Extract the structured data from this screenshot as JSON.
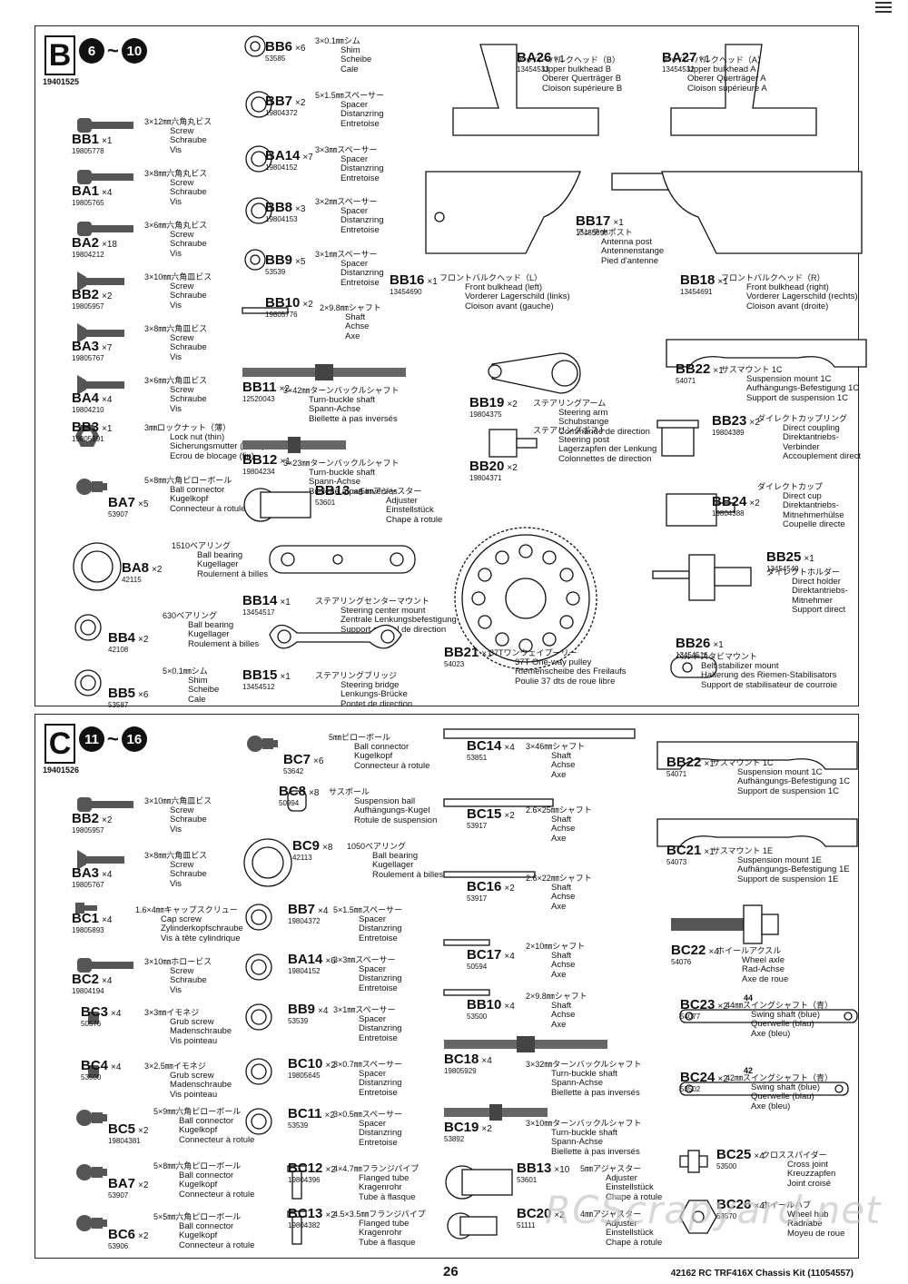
{
  "panelB": {
    "letter": "B",
    "range_from": "6",
    "range_sep": "~",
    "range_to": "10",
    "code": "19401525",
    "parts": [
      {
        "code": "BB1",
        "qty": "×1",
        "num": "19805778",
        "desc": [
          "3×12㎜六角丸ビス",
          "Screw",
          "Schraube",
          "Vis"
        ]
      },
      {
        "code": "BA1",
        "qty": "×4",
        "num": "19805765",
        "desc": [
          "3×8㎜六角丸ビス",
          "Screw",
          "Schraube",
          "Vis"
        ]
      },
      {
        "code": "BA2",
        "qty": "×18",
        "num": "19804212",
        "desc": [
          "3×6㎜六角丸ビス",
          "Screw",
          "Schraube",
          "Vis"
        ]
      },
      {
        "code": "BB2",
        "qty": "×2",
        "num": "19805957",
        "desc": [
          "3×10㎜六角皿ビス",
          "Screw",
          "Schraube",
          "Vis"
        ]
      },
      {
        "code": "BA3",
        "qty": "×7",
        "num": "19805767",
        "desc": [
          "3×8㎜六角皿ビス",
          "Screw",
          "Schraube",
          "Vis"
        ]
      },
      {
        "code": "BA4",
        "qty": "×4",
        "num": "19804210",
        "desc": [
          "3×6㎜六角皿ビス",
          "Screw",
          "Schraube",
          "Vis"
        ]
      },
      {
        "code": "BB3",
        "qty": "×1",
        "num": "19805991",
        "desc": [
          "3㎜ロックナット（薄）",
          "Lock nut (thin)",
          "Sicherungsmutter (dünn)",
          "Ecrou de blocage (fin)"
        ]
      },
      {
        "code": "BA7",
        "qty": "×5",
        "num": "53907",
        "desc": [
          "5×8㎜六角ピローボール",
          "Ball connector",
          "Kugelkopf",
          "Connecteur à rotule"
        ]
      },
      {
        "code": "BA8",
        "qty": "×2",
        "num": "42115",
        "desc": [
          "1510ベアリング",
          "Ball bearing",
          "Kugellager",
          "Roulement à billes"
        ]
      },
      {
        "code": "BB4",
        "qty": "×2",
        "num": "42108",
        "desc": [
          "630ベアリング",
          "Ball bearing",
          "Kugellager",
          "Roulement à billes"
        ]
      },
      {
        "code": "BB5",
        "qty": "×6",
        "num": "53587",
        "desc": [
          "5×0.1㎜シム",
          "Shim",
          "Scheibe",
          "Cale"
        ]
      },
      {
        "code": "BB6",
        "qty": "×6",
        "num": "53585",
        "desc": [
          "3×0.1㎜シム",
          "Shim",
          "Scheibe",
          "Cale"
        ]
      },
      {
        "code": "BB7",
        "qty": "×2",
        "num": "19804372",
        "desc": [
          "5×1.5㎜スペーサー",
          "Spacer",
          "Distanzring",
          "Entretoise"
        ]
      },
      {
        "code": "BA14",
        "qty": "×7",
        "num": "19804152",
        "desc": [
          "3×3㎜スペーサー",
          "Spacer",
          "Distanzring",
          "Entretoise"
        ]
      },
      {
        "code": "BB8",
        "qty": "×3",
        "num": "19804153",
        "desc": [
          "3×2㎜スペーサー",
          "Spacer",
          "Distanzring",
          "Entretoise"
        ]
      },
      {
        "code": "BB9",
        "qty": "×5",
        "num": "53539",
        "desc": [
          "3×1㎜スペーサー",
          "Spacer",
          "Distanzring",
          "Entretoise"
        ]
      },
      {
        "code": "BB10",
        "qty": "×2",
        "num": "19805776",
        "desc": [
          "2×9.8㎜シャフト",
          "Shaft",
          "Achse",
          "Axe"
        ]
      },
      {
        "code": "BB11",
        "qty": "×2",
        "num": "12520043",
        "desc": [
          "3×42㎜ターンバックルシャフト",
          "Turn-buckle shaft",
          "Spann-Achse",
          "Biellette à pas inversés"
        ]
      },
      {
        "code": "BB12",
        "qty": "×1",
        "num": "19804234",
        "desc": [
          "3×23㎜ターンバックルシャフト",
          "Turn-buckle shaft",
          "Spann-Achse",
          "Biellette à pas inversés"
        ]
      },
      {
        "code": "BB13",
        "qty": "×6",
        "num": "53601",
        "desc": [
          "5㎜アジャスター",
          "Adjuster",
          "Einstellstück",
          "Chape à rotule"
        ]
      },
      {
        "code": "BB14",
        "qty": "×1",
        "num": "13454517",
        "desc": [
          "ステアリングセンターマウント",
          "Steering center mount",
          "Zentrale Lenkungsbefestigung",
          "Support central de direction"
        ]
      },
      {
        "code": "BB15",
        "qty": "×1",
        "num": "13454512",
        "desc": [
          "ステアリングブリッジ",
          "Steering bridge",
          "Lenkungs-Brücke",
          "Pontet de direction"
        ]
      },
      {
        "code": "BB19",
        "qty": "×2",
        "num": "19804375",
        "desc": [
          "ステアリングアーム",
          "Steering arm",
          "Schubstange",
          "Commande de direction"
        ]
      },
      {
        "code": "BB20",
        "qty": "×2",
        "num": "19804371",
        "desc": [
          "ステアリングポスト",
          "Steering post",
          "Lagerzapfen der Lenkung",
          "Colonnettes de direction"
        ]
      },
      {
        "code": "BB21",
        "qty": "×1",
        "num": "54023",
        "desc": [
          "37Tワンウェイプーリー",
          "37T One-way pulley",
          "Riemenscheibe des Freilaufs",
          "Poulie 37 dts de roue libre"
        ]
      },
      {
        "code": "BA26",
        "qty": "×1",
        "num": "13454533",
        "desc": [
          "アッパーバルクヘッド（B）",
          "Upper bulkhead B",
          "Oberer Querträger B",
          "Cloison supérieure B"
        ]
      },
      {
        "code": "BA27",
        "qty": "×1",
        "num": "13454532",
        "desc": [
          "アッパーバルクヘッド（A）",
          "Upper bulkhead A",
          "Oberer Querträger A",
          "Cloison supérieure A"
        ]
      },
      {
        "code": "BB16",
        "qty": "×1",
        "num": "13454690",
        "desc": [
          "フロントバルクヘッド（L）",
          "Front bulkhead (left)",
          "Vorderer Lagerschild (links)",
          "Cloison avant (gauche)"
        ]
      },
      {
        "code": "BB17",
        "qty": "×1",
        "num": "13455898",
        "desc": [
          "アンテナポスト",
          "Antenna post",
          "Antennenstange",
          "Pied d'antenne"
        ]
      },
      {
        "code": "BB18",
        "qty": "×1",
        "num": "13454691",
        "desc": [
          "フロントバルクヘッド（R）",
          "Front bulkhead (right)",
          "Vorderer Lagerschild (rechts)",
          "Cloison avant (droite)"
        ]
      },
      {
        "code": "BB22",
        "qty": "×1",
        "num": "54071",
        "desc": [
          "サスマウント 1C",
          "Suspension mount 1C",
          "Aufhängungs-Befestigung 1C",
          "Support de suspension 1C"
        ]
      },
      {
        "code": "BB23",
        "qty": "×2",
        "num": "19804389",
        "desc": [
          "ダイレクトカップリング",
          "Direct coupling",
          "Direktantriebs-",
          "Verbinder",
          "Accouplement direct"
        ]
      },
      {
        "code": "BB24",
        "qty": "×2",
        "num": "19804388",
        "desc": [
          "ダイレクトカップ",
          "Direct cup",
          "Direktantriebs-",
          "Mitnehmerhülse",
          "Coupelle directe"
        ]
      },
      {
        "code": "BB25",
        "qty": "×1",
        "num": "13454549",
        "desc": [
          "ダイレクトホルダー",
          "Direct holder",
          "Direktantriebs-",
          "Mitnehmer",
          "Support direct"
        ]
      },
      {
        "code": "BB26",
        "qty": "×1",
        "num": "13454516",
        "desc": [
          "ベルトスタビマウント",
          "Belt stabilizer mount",
          "Halterung des Riemen-Stabilisators",
          "Support de stabilisateur de courroie"
        ]
      }
    ]
  },
  "panelC": {
    "letter": "C",
    "range_from": "11",
    "range_sep": "~",
    "range_to": "16",
    "code": "19401526",
    "parts": [
      {
        "code": "BB2",
        "qty": "×2",
        "num": "19805957",
        "desc": [
          "3×10㎜六角皿ビス",
          "Screw",
          "Schraube",
          "Vis"
        ]
      },
      {
        "code": "BA3",
        "qty": "×4",
        "num": "19805767",
        "desc": [
          "3×8㎜六角皿ビス",
          "Screw",
          "Schraube",
          "Vis"
        ]
      },
      {
        "code": "BC1",
        "qty": "×4",
        "num": "19805893",
        "desc": [
          "1.6×4㎜キャップスクリュー",
          "Cap screw",
          "Zylinderkopfschraube",
          "Vis à tête cylindrique"
        ]
      },
      {
        "code": "BC2",
        "qty": "×4",
        "num": "19804194",
        "desc": [
          "3×10㎜ホロービス",
          "Screw",
          "Schraube",
          "Vis"
        ]
      },
      {
        "code": "BC3",
        "qty": "×4",
        "num": "50576",
        "desc": [
          "3×3㎜イモネジ",
          "Grub screw",
          "Madenschraube",
          "Vis pointeau"
        ]
      },
      {
        "code": "BC4",
        "qty": "×4",
        "num": "53500",
        "desc": [
          "3×2.5㎜イモネジ",
          "Grub screw",
          "Madenschraube",
          "Vis pointeau"
        ]
      },
      {
        "code": "BC5",
        "qty": "×2",
        "num": "19804381",
        "desc": [
          "5×9㎜六角ピローボール",
          "Ball connector",
          "Kugelkopf",
          "Connecteur à rotule"
        ]
      },
      {
        "code": "BA7",
        "qty": "×2",
        "num": "53907",
        "desc": [
          "5×8㎜六角ピローボール",
          "Ball connector",
          "Kugelkopf",
          "Connecteur à rotule"
        ]
      },
      {
        "code": "BC6",
        "qty": "×2",
        "num": "53906",
        "desc": [
          "5×5㎜六角ピローボール",
          "Ball connector",
          "Kugelkopf",
          "Connecteur à rotule"
        ]
      },
      {
        "code": "BC7",
        "qty": "×6",
        "num": "53642",
        "desc": [
          "5㎜ピローボール",
          "Ball connector",
          "Kugelkopf",
          "Connecteur à rotule"
        ]
      },
      {
        "code": "BC8",
        "qty": "×8",
        "num": "50994",
        "desc": [
          "サスボール",
          "Suspension ball",
          "Aufhängungs-Kugel",
          "Rotule de suspension"
        ]
      },
      {
        "code": "BC9",
        "qty": "×8",
        "num": "42113",
        "desc": [
          "1050ベアリング",
          "Ball bearing",
          "Kugellager",
          "Roulement à billes"
        ]
      },
      {
        "code": "BB7",
        "qty": "×4",
        "num": "19804372",
        "desc": [
          "5×1.5㎜スペーサー",
          "Spacer",
          "Distanzring",
          "Entretoise"
        ]
      },
      {
        "code": "BA14",
        "qty": "×6",
        "num": "19804152",
        "desc": [
          "3×3㎜スペーサー",
          "Spacer",
          "Distanzring",
          "Entretoise"
        ]
      },
      {
        "code": "BB9",
        "qty": "×4",
        "num": "53539",
        "desc": [
          "3×1㎜スペーサー",
          "Spacer",
          "Distanzring",
          "Entretoise"
        ]
      },
      {
        "code": "BC10",
        "qty": "×2",
        "num": "19805645",
        "desc": [
          "3×0.7㎜スペーサー",
          "Spacer",
          "Distanzring",
          "Entretoise"
        ]
      },
      {
        "code": "BC11",
        "qty": "×2",
        "num": "53539",
        "desc": [
          "3×0.5㎜スペーサー",
          "Spacer",
          "Distanzring",
          "Entretoise"
        ]
      },
      {
        "code": "BC12",
        "qty": "×2",
        "num": "19804396",
        "desc": [
          "4×4.7㎜フランジパイプ",
          "Flanged tube",
          "Kragenrohr",
          "Tube à flasque"
        ]
      },
      {
        "code": "BC13",
        "qty": "×2",
        "num": "19804382",
        "desc": [
          "4.5×3.5㎜フランジパイプ",
          "Flanged tube",
          "Kragenrohr",
          "Tube à flasque"
        ]
      },
      {
        "code": "BC14",
        "qty": "×4",
        "num": "53851",
        "desc": [
          "3×46㎜シャフト",
          "Shaft",
          "Achse",
          "Axe"
        ]
      },
      {
        "code": "BC15",
        "qty": "×2",
        "num": "53917",
        "desc": [
          "2.6×25㎜シャフト",
          "Shaft",
          "Achse",
          "Axe"
        ]
      },
      {
        "code": "BC16",
        "qty": "×2",
        "num": "53917",
        "desc": [
          "2.6×22㎜シャフト",
          "Shaft",
          "Achse",
          "Axe"
        ]
      },
      {
        "code": "BC17",
        "qty": "×4",
        "num": "50594",
        "desc": [
          "2×10㎜シャフト",
          "Shaft",
          "Achse",
          "Axe"
        ]
      },
      {
        "code": "BB10",
        "qty": "×4",
        "num": "53500",
        "desc": [
          "2×9.8㎜シャフト",
          "Shaft",
          "Achse",
          "Axe"
        ]
      },
      {
        "code": "BC18",
        "qty": "×4",
        "num": "19805929",
        "desc": [
          "3×32㎜ターンバックルシャフト",
          "Turn-buckle shaft",
          "Spann-Achse",
          "Biellette à pas inversés"
        ]
      },
      {
        "code": "BC19",
        "qty": "×2",
        "num": "53892",
        "desc": [
          "3×10㎜ターンバックルシャフト",
          "Turn-buckle shaft",
          "Spann-Achse",
          "Biellette à pas inversés"
        ]
      },
      {
        "code": "BB13",
        "qty": "×10",
        "num": "53601",
        "desc": [
          "5㎜アジャスター",
          "Adjuster",
          "Einstellstück",
          "Chape à rotule"
        ]
      },
      {
        "code": "BC20",
        "qty": "×2",
        "num": "51111",
        "desc": [
          "4㎜アジャスター",
          "Adjuster",
          "Einstellstück",
          "Chape à rotule"
        ]
      },
      {
        "code": "BB22",
        "qty": "×1",
        "num": "54071",
        "desc": [
          "サスマウント 1C",
          "Suspension mount 1C",
          "Aufhängungs-Befestigung 1C",
          "Support de suspension 1C"
        ]
      },
      {
        "code": "BC21",
        "qty": "×1",
        "num": "54073",
        "desc": [
          "サスマウント 1E",
          "Suspension mount 1E",
          "Aufhängungs-Befestigung 1E",
          "Support de suspension 1E"
        ]
      },
      {
        "code": "BC22",
        "qty": "×4",
        "num": "54076",
        "desc": [
          "ホイールアクスル",
          "Wheel axle",
          "Rad-Achse",
          "Axe de roue"
        ]
      },
      {
        "code": "BC23",
        "qty": "×2",
        "num": "54077",
        "desc": [
          "44㎜スイングシャフト（青）",
          "Swing shaft (blue)",
          "Querwelle (blau)",
          "Axe (bleu)"
        ]
      },
      {
        "code": "BC24",
        "qty": "×2",
        "num": "53502",
        "desc": [
          "42㎜スイングシャフト（青）",
          "Swing shaft (blue)",
          "Querwelle (blau)",
          "Axe (bleu)"
        ]
      },
      {
        "code": "BC25",
        "qty": "×4",
        "num": "53500",
        "desc": [
          "クロススパイダー",
          "Cross joint",
          "Kreuzzapfen",
          "Joint croisé"
        ]
      },
      {
        "code": "BC26",
        "qty": "×4",
        "num": "53570",
        "desc": [
          "ホイールハブ",
          "Wheel hub",
          "Radnabe",
          "Moyeu de roue"
        ]
      }
    ],
    "dim_44": "44",
    "dim_42": "42"
  },
  "footer": {
    "page": "26",
    "kit": "42162  RC TRF416X Chassis Kit (11054557)"
  },
  "watermark": "RCScrapyard.net"
}
